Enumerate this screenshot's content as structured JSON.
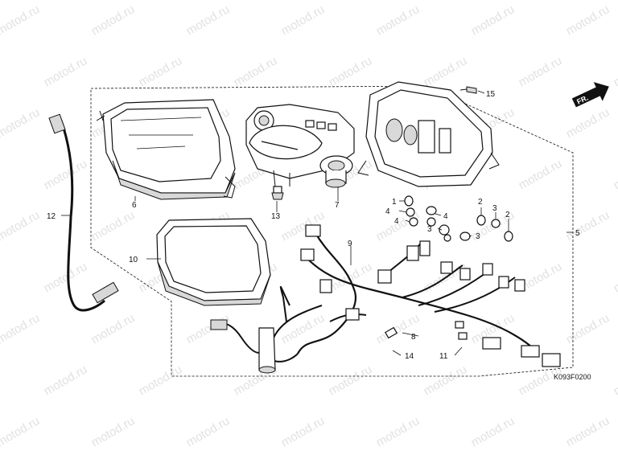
{
  "watermark": {
    "text": "motod.ru"
  },
  "diagram_ref": "K093F0200",
  "direction_label": "FR.",
  "callouts": [
    {
      "id": "c1",
      "label": "1"
    },
    {
      "id": "c2a",
      "label": "2"
    },
    {
      "id": "c2b",
      "label": "2"
    },
    {
      "id": "c3a",
      "label": "3"
    },
    {
      "id": "c3b",
      "label": "3"
    },
    {
      "id": "c3c",
      "label": "3"
    },
    {
      "id": "c4a",
      "label": "4"
    },
    {
      "id": "c4b",
      "label": "4"
    },
    {
      "id": "c4c",
      "label": "4"
    },
    {
      "id": "c5",
      "label": "5"
    },
    {
      "id": "c6",
      "label": "6"
    },
    {
      "id": "c7",
      "label": "7"
    },
    {
      "id": "c8",
      "label": "8"
    },
    {
      "id": "c9",
      "label": "9"
    },
    {
      "id": "c10",
      "label": "10"
    },
    {
      "id": "c11",
      "label": "11"
    },
    {
      "id": "c12",
      "label": "12"
    },
    {
      "id": "c13",
      "label": "13"
    },
    {
      "id": "c14",
      "label": "14"
    },
    {
      "id": "c15",
      "label": "15"
    }
  ]
}
